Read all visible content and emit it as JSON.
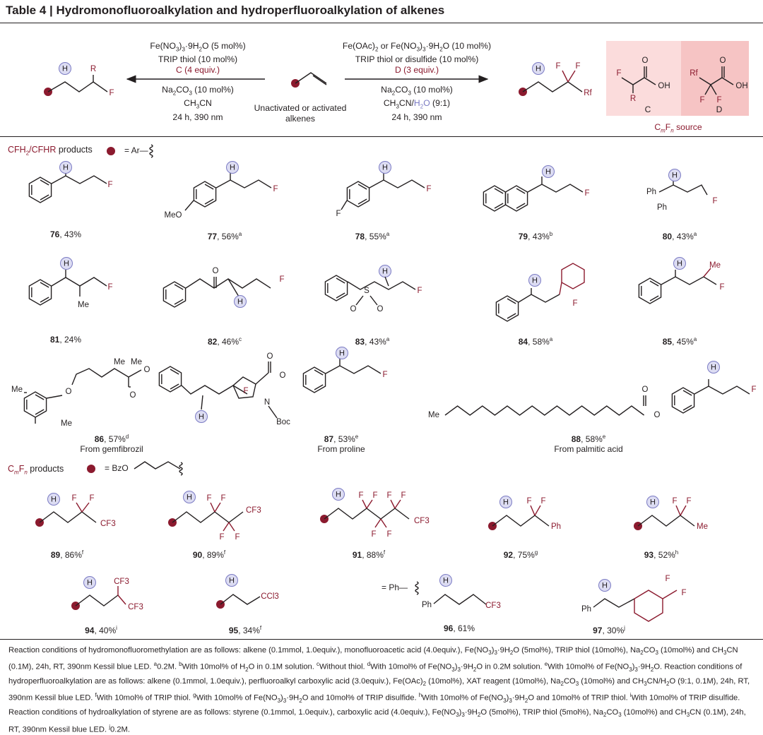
{
  "table_title": "Table 4 | Hydromonofluoroalkylation and hydroperfluoroalkylation of alkenes",
  "scheme": {
    "left_conditions_top": [
      "Fe(NO3)3·9H2O (5 mol%)",
      "TRIP thiol (10 mol%)",
      "C (4 equiv.)"
    ],
    "left_conditions_bottom": [
      "Na2CO3 (10 mol%)",
      "CH3CN",
      "24 h, 390 nm"
    ],
    "right_conditions_top": [
      "Fe(OAc)2 or Fe(NO3)3·9H2O (10 mol%)",
      "TRIP thiol or disulfide (10 mol%)",
      "D (3 equiv.)"
    ],
    "right_conditions_bottom": [
      "Na2CO3 (10 mol%)",
      "CH3CN/H2O (9:1)",
      "24 h, 390 nm"
    ],
    "substrate_label": [
      "Unactivated or activated",
      "alkenes"
    ],
    "reagent_C_label": "C",
    "reagent_D_label": "D",
    "source_label": "CmFn source"
  },
  "section1": {
    "title": "CFH2/CFHR products",
    "equals": "= Ar—"
  },
  "section2": {
    "title": "CmFn products",
    "equals": "= BzO"
  },
  "section3": {
    "equals": "= Ph—"
  },
  "products": [
    {
      "num": "76",
      "yield": "43%",
      "note": ""
    },
    {
      "num": "77",
      "yield": "56%",
      "note": "a"
    },
    {
      "num": "78",
      "yield": "55%",
      "note": "a"
    },
    {
      "num": "79",
      "yield": "43%",
      "note": "b"
    },
    {
      "num": "80",
      "yield": "43%",
      "note": "a"
    },
    {
      "num": "81",
      "yield": "24%",
      "note": ""
    },
    {
      "num": "82",
      "yield": "46%",
      "note": "c"
    },
    {
      "num": "83",
      "yield": "43%",
      "note": "a"
    },
    {
      "num": "84",
      "yield": "58%",
      "note": "a"
    },
    {
      "num": "85",
      "yield": "45%",
      "note": "a"
    },
    {
      "num": "86",
      "yield": "57%",
      "note": "d",
      "source": "From gemfibrozil"
    },
    {
      "num": "87",
      "yield": "53%",
      "note": "e",
      "source": "From proline"
    },
    {
      "num": "88",
      "yield": "58%",
      "note": "e",
      "source": "From palmitic acid"
    },
    {
      "num": "89",
      "yield": "86%",
      "note": "f"
    },
    {
      "num": "90",
      "yield": "89%",
      "note": "f"
    },
    {
      "num": "91",
      "yield": "88%",
      "note": "f"
    },
    {
      "num": "92",
      "yield": "75%",
      "note": "g"
    },
    {
      "num": "93",
      "yield": "52%",
      "note": "h"
    },
    {
      "num": "94",
      "yield": "40%",
      "note": "i"
    },
    {
      "num": "95",
      "yield": "34%",
      "note": "f"
    },
    {
      "num": "96",
      "yield": "61%",
      "note": ""
    },
    {
      "num": "97",
      "yield": "30%",
      "note": "j"
    }
  ],
  "footnote": [
    "Reaction conditions of hydromonofluoromethylation are as follows: alkene (0.1mmol, 1.0equiv.), monofluoroacetic acid (4.0equiv.), Fe(NO3)3·9H2O (5mol%), TRIP thiol (10mol%), Na2CO3 (10mol%) and CH3CN (0.1M), 24h, RT, 390nm Kessil blue LED. aO.2M. bWith 10mol% of H2O in 0.1M solution. cWithout thiol. dWith 10mol% of Fe(NO3)3·9H2O in 0.2M solution. eWith 10mol% of Fe(NO3)3·9H2O. Reaction conditions of hydroperfluoroalkylation are as follows: alkene (0.1mmol, 1.0equiv.), perfluoroalkyl carboxylic acid (3.0equiv.), Fe(OAc)2 (10mol%), XAT reagent (10mol%), Na2CO3 (10mol%) and CH3CN/H2O (9:1, 0.1M), 24h, RT, 390nm Kessil blue LED. fWith 10mol% of TRIP thiol. gWith 10mol% of Fe(NO3)3·9H2O and 10mol% of TRIP disulfide. hWith 10mol% of Fe(NO3)3·9H2O and 10mol% of TRIP thiol. iWith 10mol% of TRIP disulfide. Reaction conditions of hydroalkylation of styrene are as follows: styrene (0.1mmol, 1.0equiv.), carboxylic acid (4.0equiv.), Fe(NO3)3·9H2O (5mol%), TRIP thiol (5mol%), Na2CO3 (10mol%) and CH3CN (0.1M), 24h, RT, 390nm Kessil blue LED. jO.2M."
  ],
  "colors": {
    "accent": "#8b1a2e",
    "h_circle": "#dcdcf2",
    "h_stroke": "#7b7bc4",
    "reagent_bg": "#fbdcdc"
  }
}
